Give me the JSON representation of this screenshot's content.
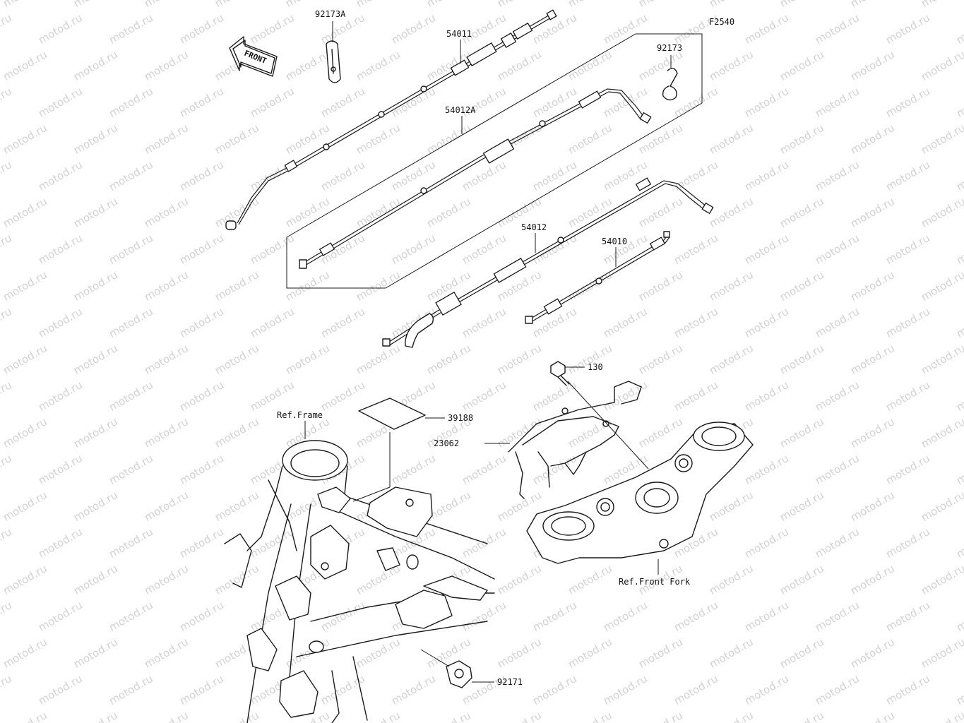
{
  "diagram_code": "F2540",
  "watermark_text": "motod.ru",
  "front_arrow": {
    "label": "FRONT"
  },
  "parts": {
    "p92173A": "92173A",
    "p54011": "54011",
    "p92173": "92173",
    "p54012A": "54012A",
    "p54012": "54012",
    "p54010": "54010",
    "p130": "130",
    "p39188": "39188",
    "p23062": "23062",
    "p92171": "92171"
  },
  "references": {
    "frame": "Ref.Frame",
    "front_fork": "Ref.Front Fork"
  },
  "colors": {
    "line": "#1a1a1a",
    "background": "#ffffff",
    "watermark": "#d2d2d2"
  }
}
